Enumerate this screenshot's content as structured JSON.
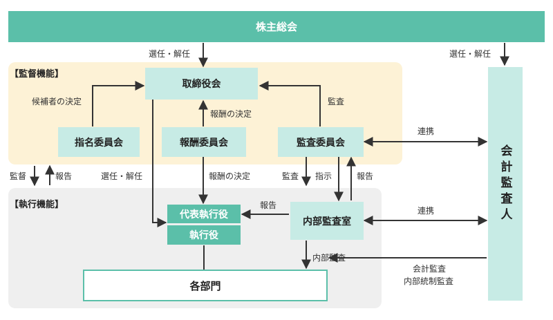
{
  "boxes": {
    "shareholders": "株主総会",
    "board": "取締役会",
    "nomination": "指名委員会",
    "compensation": "報酬委員会",
    "audit_committee": "監査委員会",
    "representative_executive": "代表執行役",
    "executive": "執行役",
    "internal_audit": "内部監査室",
    "departments": "各部門",
    "accounting_auditor": "会計監査人"
  },
  "zones": {
    "supervision": "【監督機能】",
    "execution": "【執行機能】"
  },
  "labels": {
    "elect_dismiss_board": "選任・解任",
    "elect_dismiss_auditor": "選任・解任",
    "nominee_decision": "候補者の決定",
    "compensation_decision_up": "報酬の決定",
    "audit_to_board": "監査",
    "supervision_audit": "監督",
    "report_up": "報告",
    "elect_dismiss_exec": "選任・解任",
    "compensation_decision_down": "報酬の決定",
    "audit_down": "監査",
    "instruction": "指示",
    "report_audit": "報告",
    "report_exec": "報告",
    "coordination_top": "連携",
    "coordination_bottom": "連携",
    "internal_audit_label": "内部監査",
    "accounting_audit": "会計監査",
    "internal_control_audit": "内部統制監査"
  },
  "colors": {
    "teal_dark": "#5bbfa9",
    "teal_light": "#c7ebe5",
    "supervision_bg": "#fdf2d6",
    "execution_bg": "#efefef",
    "arrow": "#333333"
  }
}
